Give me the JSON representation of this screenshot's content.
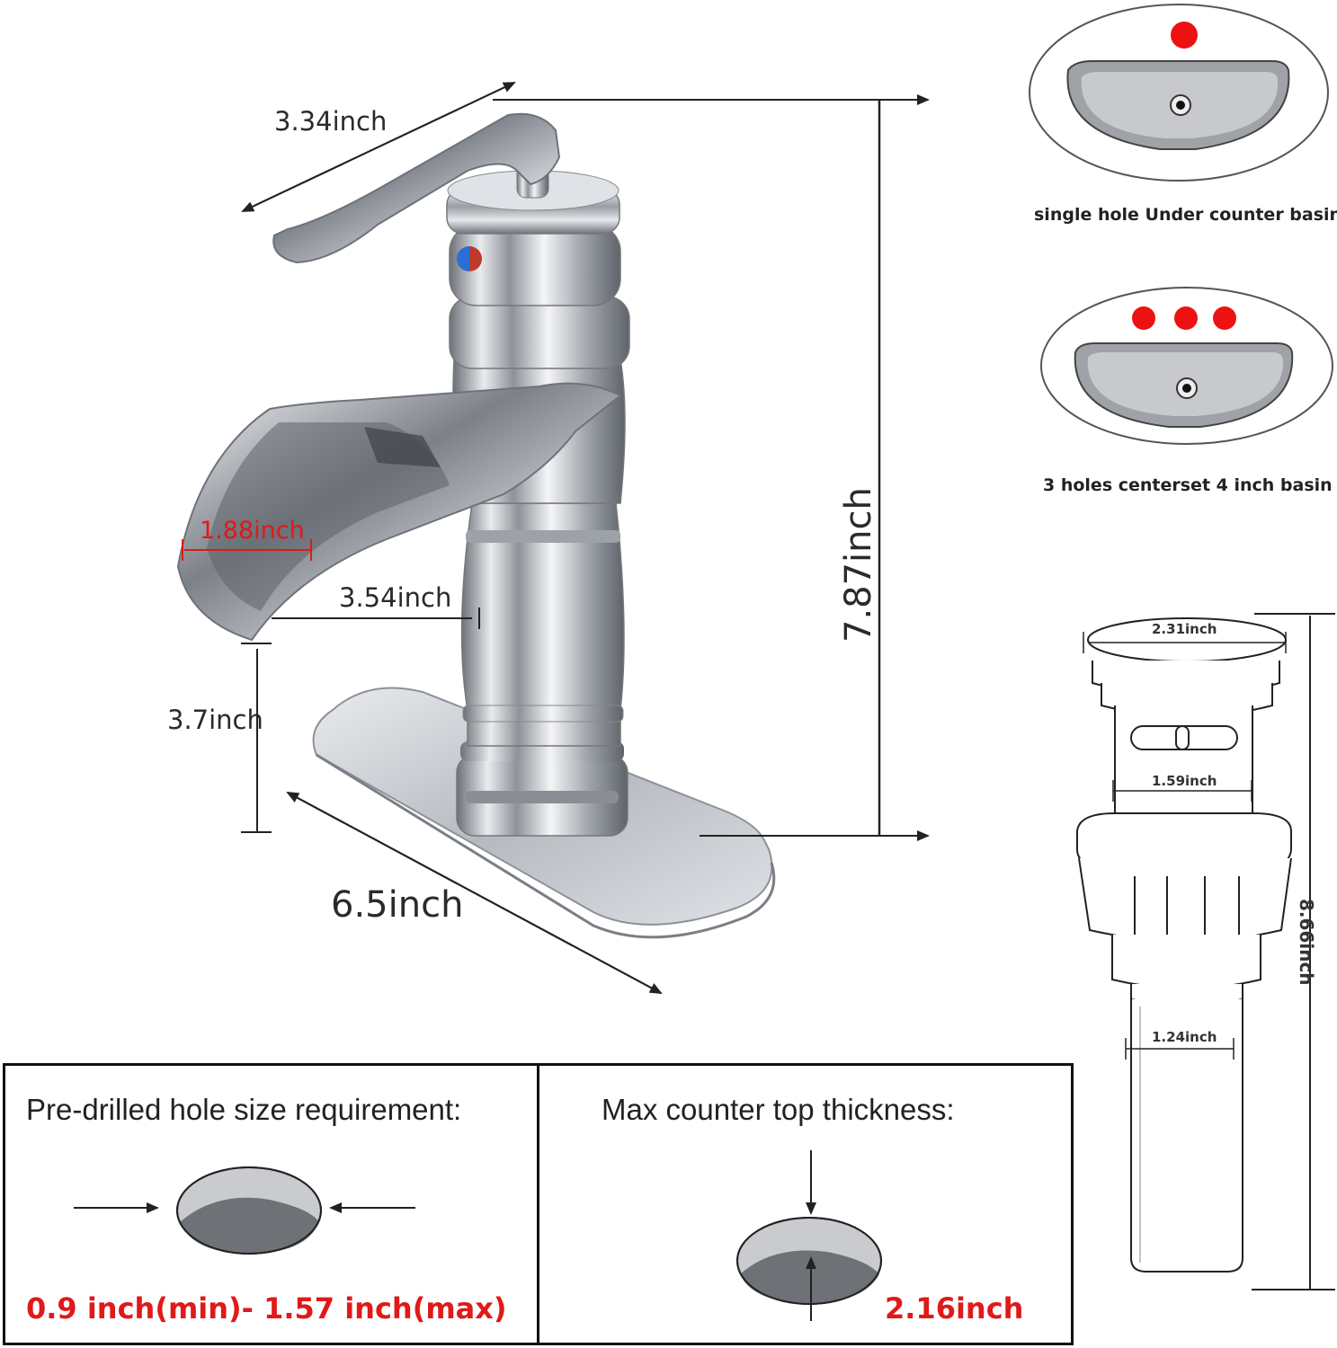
{
  "faucet": {
    "dim_handle": "3.34inch",
    "dim_height": "7.87inch",
    "dim_spout_width": "1.88inch",
    "dim_spout_reach": "3.54inch",
    "dim_spout_height": "3.7inch",
    "dim_plate": "6.5inch"
  },
  "basins": [
    {
      "caption": "single hole Under counter basin",
      "holes": 1
    },
    {
      "caption": "3 holes centerset 4 inch basin",
      "holes": 3
    }
  ],
  "drain": {
    "dim_top": "2.31inch",
    "dim_mid": "1.59inch",
    "dim_pipe": "1.24inch",
    "dim_length": "8.66inch"
  },
  "requirements": {
    "hole_title": "Pre-drilled hole size requirement:",
    "hole_value": "0.9 inch(min)- 1.57 inch(max)",
    "counter_title": "Max counter top thickness:",
    "counter_value": "2.16inch"
  },
  "colors": {
    "hole_dot": "#ee1111",
    "dim_red": "#e01919",
    "chrome": "#b8bcc2"
  }
}
